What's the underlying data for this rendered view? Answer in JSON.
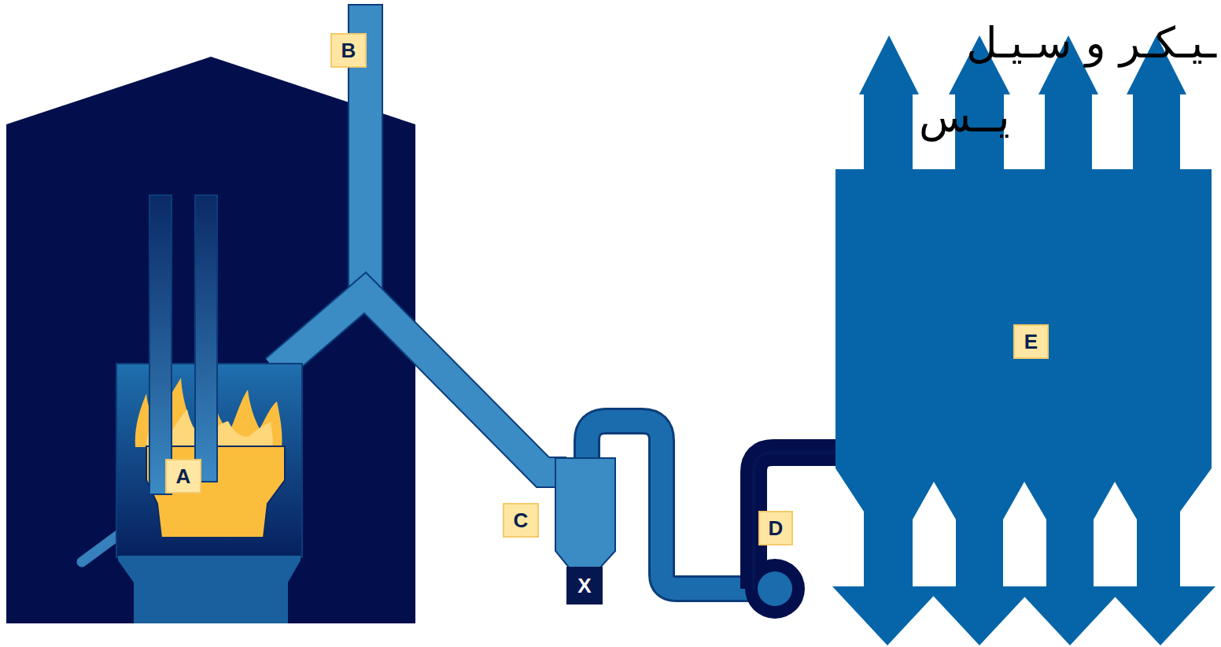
{
  "diagram": {
    "labels": [
      "B",
      "ـيـكـر و سـيـل",
      "يــس",
      "A",
      "C",
      "X",
      "D",
      "E"
    ]
  }
}
